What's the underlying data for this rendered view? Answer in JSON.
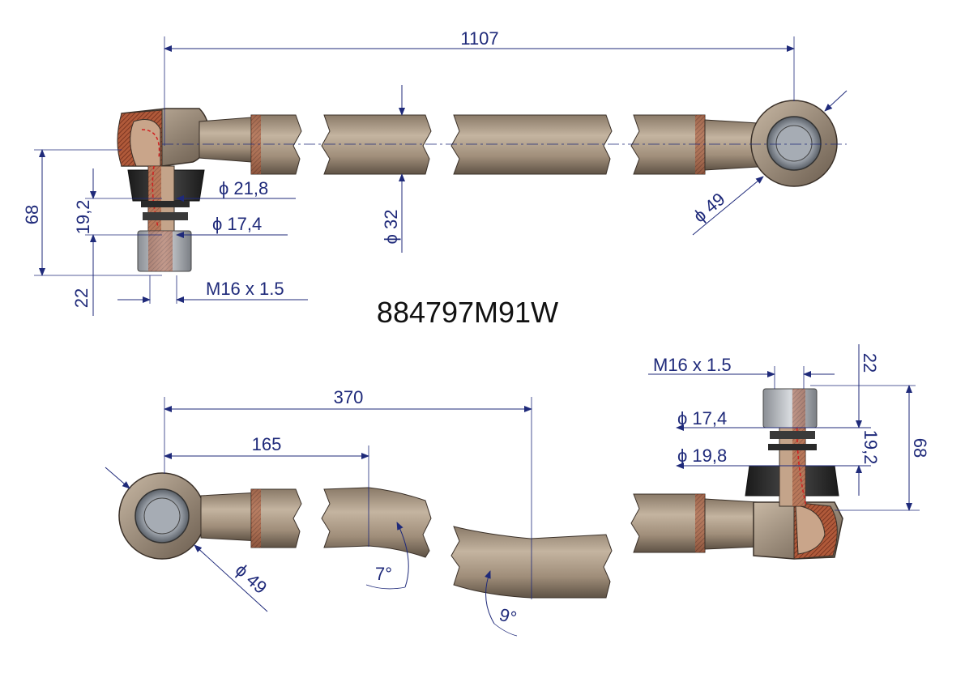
{
  "part_number": "884797M91W",
  "colors": {
    "dimension": "#1f2a7a",
    "rod": "#a89682",
    "rod_dark": "#6e6052",
    "rubber": "#2a2a2a",
    "section_hatch": "#8a3a2a",
    "steel": "#b8bcc2"
  },
  "top_view": {
    "overall_length": "1107",
    "height": "68",
    "ball_offset": "19,2",
    "thread_length": "22",
    "dia_boot": "ϕ 21,8",
    "dia_pin": "ϕ 17,4",
    "dia_rod": "ϕ 32",
    "dia_eye": "ϕ 49",
    "thread": "M16 x 1.5"
  },
  "bottom_view": {
    "length_bend_end": "370",
    "length_bend_start": "165",
    "dia_eye": "ϕ 49",
    "thread": "M16 x 1.5",
    "thread_length": "22",
    "dia_pin": "ϕ 17,4",
    "dia_boot": "ϕ 19,8",
    "ball_offset": "19,2",
    "height": "68",
    "angle_1": "7°",
    "angle_2": "9°"
  }
}
